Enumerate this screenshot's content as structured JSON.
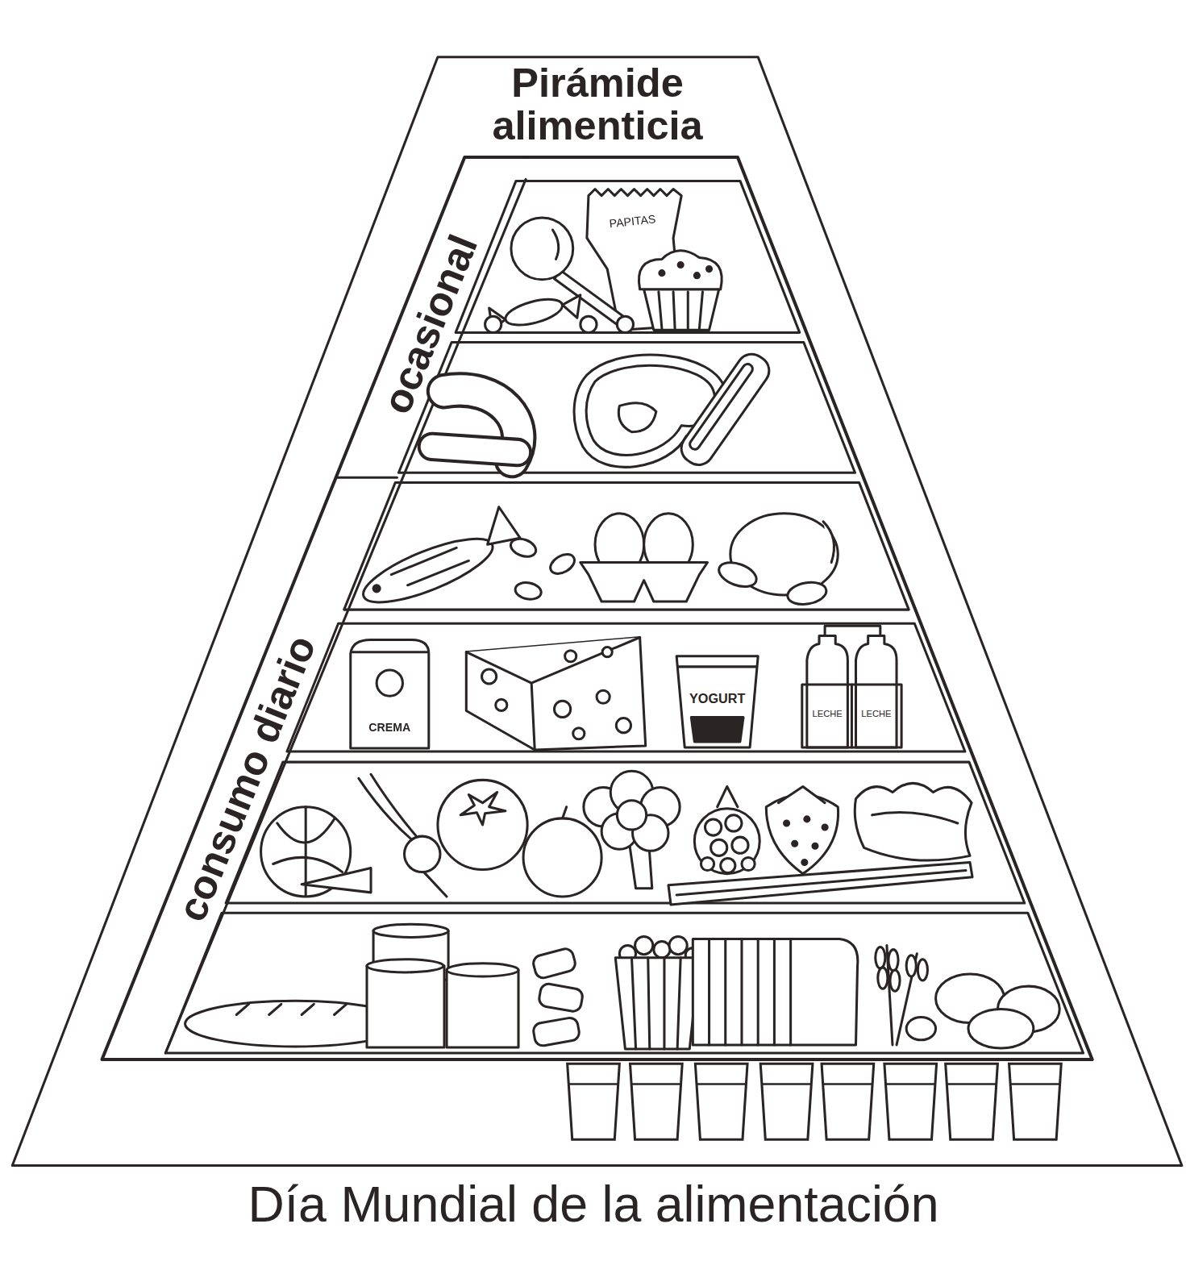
{
  "diagram": {
    "title": "Pirámide alimenticia",
    "caption": "Día Mundial de la alimentación",
    "labels": [
      "PAPITAS",
      "CREMA",
      "YOGURT",
      "LECHE",
      "LECHE",
      "ocasional",
      "consumo diario"
    ]
  }
}
